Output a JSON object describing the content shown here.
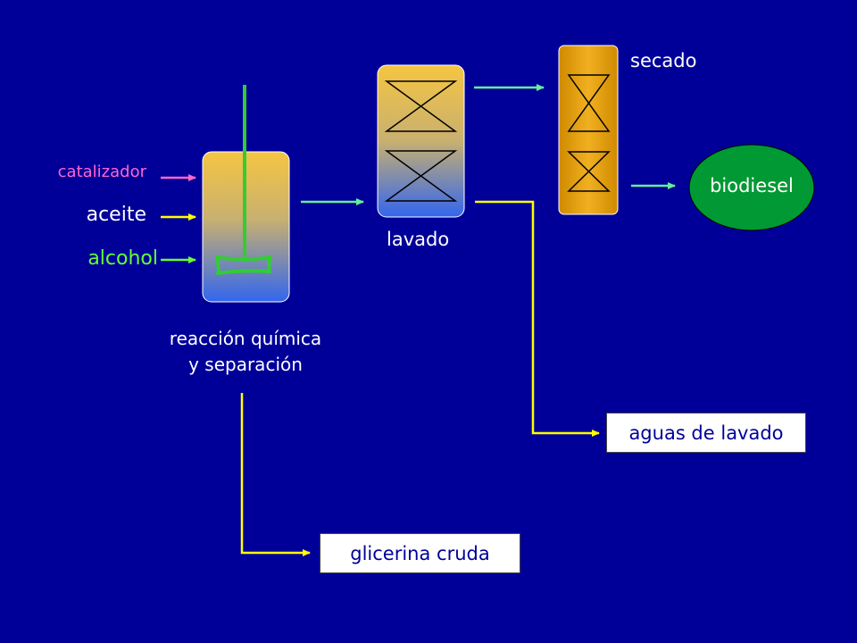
{
  "inputs": {
    "catalyst": "catalizador",
    "oil": "aceite",
    "alcohol": "alcohol"
  },
  "stages": {
    "reactor": [
      "reacción química",
      "y separación"
    ],
    "washing": "lavado",
    "drying": "secado"
  },
  "outputs": {
    "biodiesel": "biodiesel",
    "wash_water": "aguas de lavado",
    "crude_glycerin": "glicerina cruda"
  },
  "colors": {
    "background": "#000099",
    "catalyst_text": "#ff66cc",
    "oil_text": "#ffffff",
    "alcohol_text": "#66ff33",
    "process_arrow": "#66ee99",
    "waste_line": "#ffff00",
    "vessel_top": "#f5c542",
    "vessel_bottom": "#3366ee",
    "dryer": "#e0a010",
    "biodiesel_fill": "#009933",
    "output_text": "#000099"
  }
}
